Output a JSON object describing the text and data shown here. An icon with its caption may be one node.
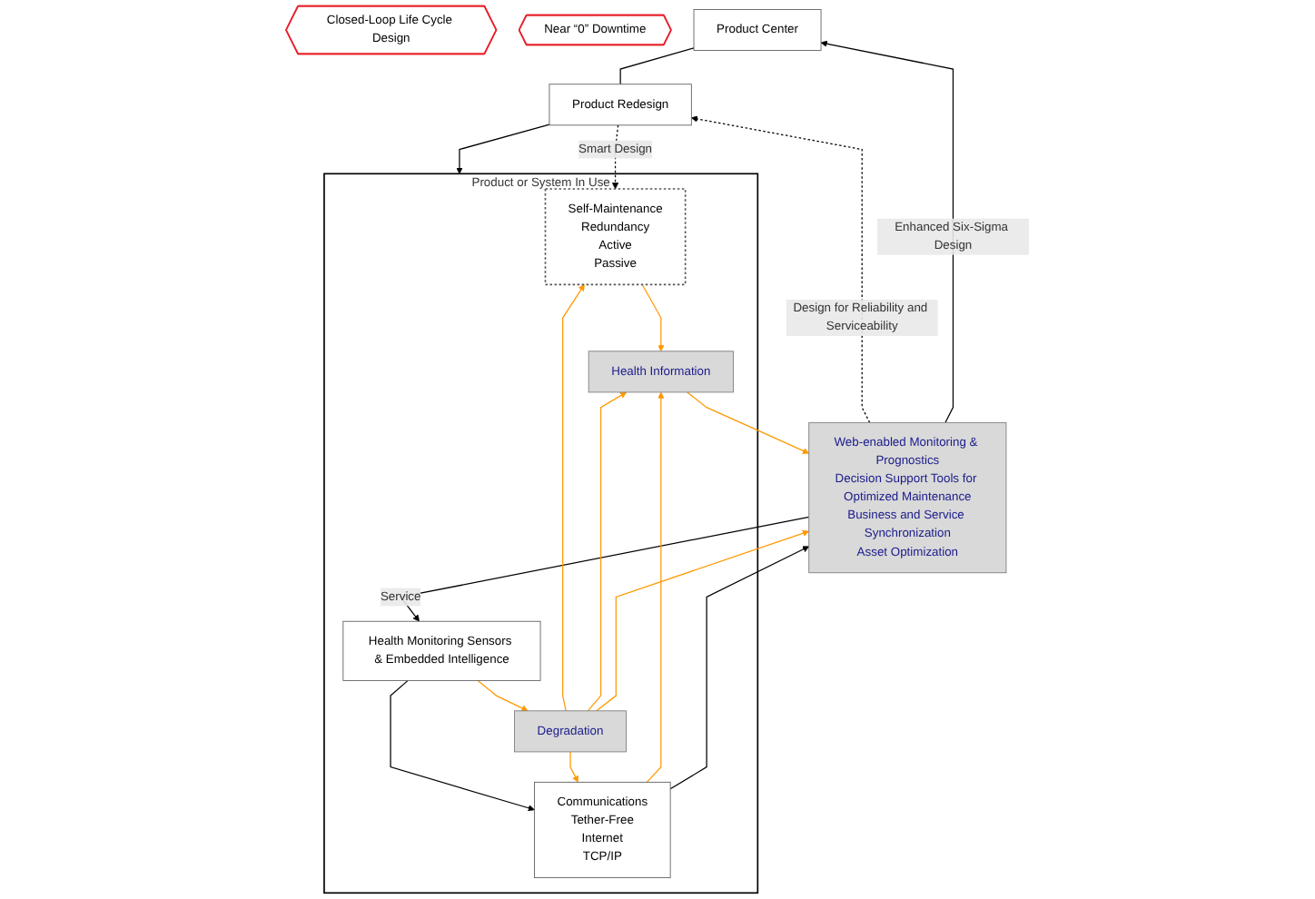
{
  "diagram": {
    "nodes": [
      {
        "text": [
          "Closed-Loop Life Cycle Design"
        ]
      },
      {
        "text": [
          "Near “0” Downtime"
        ]
      },
      {
        "text": [
          "Product Center"
        ]
      },
      {
        "text": [
          "Product Redesign"
        ]
      },
      {
        "text": [
          "Product or System In Use"
        ]
      },
      {
        "text": [
          "Health Monitoring Sensors & Embedded Intelligence"
        ],
        "in": 4
      },
      {
        "text": [
          "Degradation"
        ],
        "in": 4
      },
      {
        "text": [
          "Self-Maintenance",
          "Redundancy",
          "Active",
          "Passive"
        ],
        "in": 4
      },
      {
        "text": [
          "Communications",
          "Tether-Free",
          "Internet",
          "TCP/IP"
        ],
        "in": 4
      },
      {
        "text": [
          "Health Information"
        ],
        "in": 4
      },
      {
        "text": [
          "Web-enabled Monitoring & Prognostics",
          "Decision Support Tools for Optimized Maintenance",
          "Business and Service Synchronization",
          "Asset Optimization"
        ]
      }
    ],
    "edges": [
      {
        "from": 2,
        "to": 3,
        "arrow": "none"
      },
      {
        "from": 3,
        "to": 4,
        "arrow": "to"
      },
      {
        "from": 10,
        "to": 5,
        "arrow": "to",
        "label": "Service"
      },
      {
        "from": 10,
        "to": 3,
        "arrow": "to",
        "style": "dashed",
        "label": "Design for Reliability and Serviceability"
      },
      {
        "from": 3,
        "to": 7,
        "arrow": "to",
        "style": "dashed",
        "label": "Smart Design"
      },
      {
        "from": 5,
        "to": 6,
        "arrow": "to",
        "color": "#ff9900"
      },
      {
        "from": 5,
        "to": 8,
        "arrow": "to"
      },
      {
        "from": 6,
        "to": 7,
        "arrow": "to",
        "color": "#ff9900"
      },
      {
        "from": 6,
        "to": 9,
        "arrow": "to",
        "color": "#ff9900"
      },
      {
        "from": 6,
        "to": 8,
        "arrow": "to",
        "color": "#ff9900"
      },
      {
        "from": 6,
        "to": 10,
        "arrow": "to",
        "color": "#ff9900"
      },
      {
        "from": 7,
        "to": 9,
        "arrow": "to",
        "color": "#ff9900"
      },
      {
        "from": 8,
        "to": 9,
        "arrow": "to",
        "color": "#ff9900"
      },
      {
        "from": 8,
        "to": 10,
        "arrow": "to"
      },
      {
        "from": 9,
        "to": 10,
        "arrow": "to",
        "color": "#ff9900"
      },
      {
        "from": 10,
        "to": 2,
        "arrow": "to",
        "label": "Enhanced Six-Sigma Design"
      }
    ]
  }
}
